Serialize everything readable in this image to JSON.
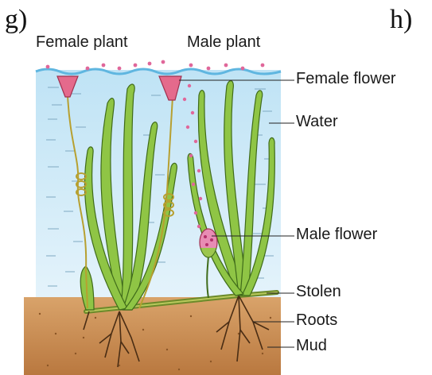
{
  "panel_left_letter": "g)",
  "panel_right_letter": "h)",
  "plant_headings": {
    "female": "Female plant",
    "male": "Male plant"
  },
  "labels": {
    "female_flower": "Female flower",
    "water": "Water",
    "male_flower": "Male flower",
    "stolen": "Stolen",
    "roots": "Roots",
    "mud": "Mud"
  }
}
